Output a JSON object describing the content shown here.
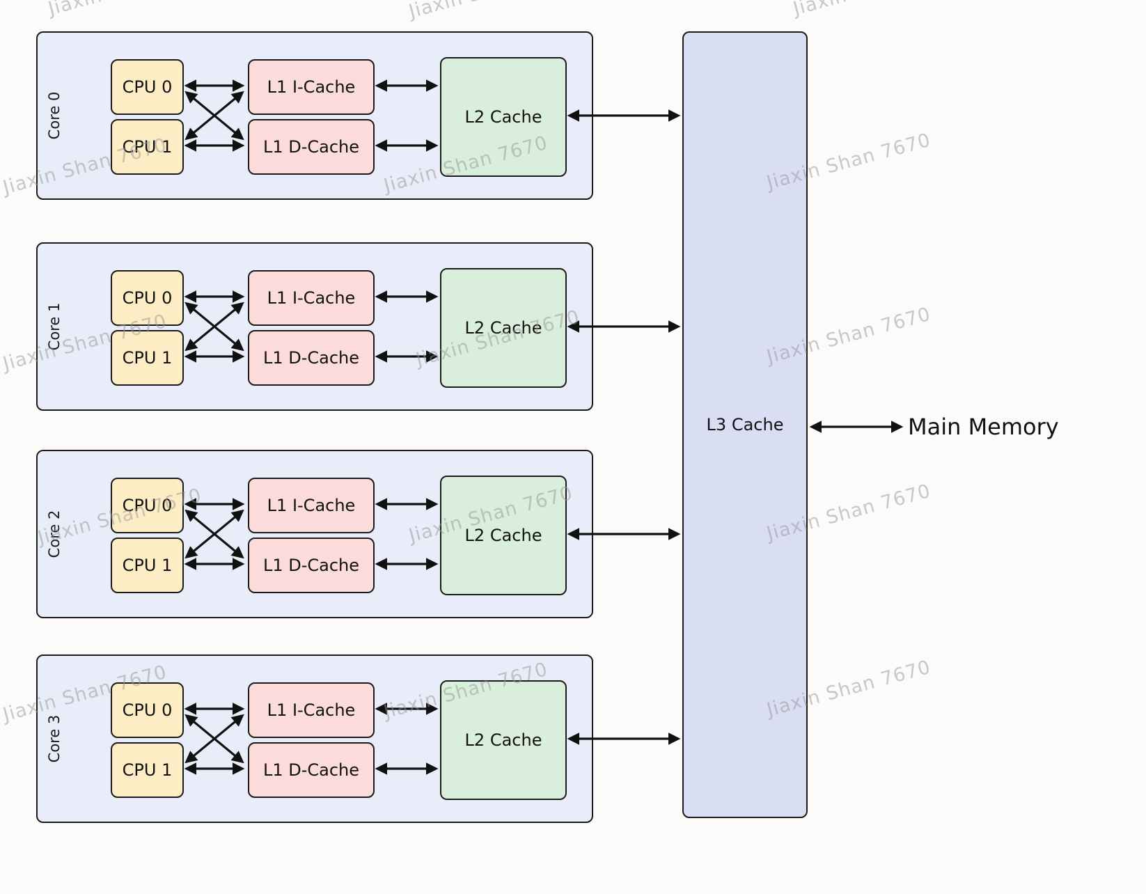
{
  "diagram": {
    "cores": [
      {
        "label": "Core 0",
        "cpu0": "CPU 0",
        "cpu1": "CPU 1",
        "l1i": "L1 I-Cache",
        "l1d": "L1 D-Cache",
        "l2": "L2 Cache"
      },
      {
        "label": "Core 1",
        "cpu0": "CPU 0",
        "cpu1": "CPU 1",
        "l1i": "L1 I-Cache",
        "l1d": "L1 D-Cache",
        "l2": "L2 Cache"
      },
      {
        "label": "Core 2",
        "cpu0": "CPU 0",
        "cpu1": "CPU 1",
        "l1i": "L1 I-Cache",
        "l1d": "L1 D-Cache",
        "l2": "L2 Cache"
      },
      {
        "label": "Core 3",
        "cpu0": "CPU 0",
        "cpu1": "CPU 1",
        "l1i": "L1 I-Cache",
        "l1d": "L1 D-Cache",
        "l2": "L2 Cache"
      }
    ],
    "l3_label": "L3 Cache",
    "main_memory_label": "Main Memory",
    "watermark_text": "Jiaxin Shan 7670",
    "colors": {
      "core_bg": "#e9edf9",
      "cpu_fill": "#fcedc4",
      "l1_fill": "#fbdcda",
      "l2_fill": "#d9efdb",
      "l3_fill": "#d9def2",
      "border": "#1a1a1a"
    }
  }
}
